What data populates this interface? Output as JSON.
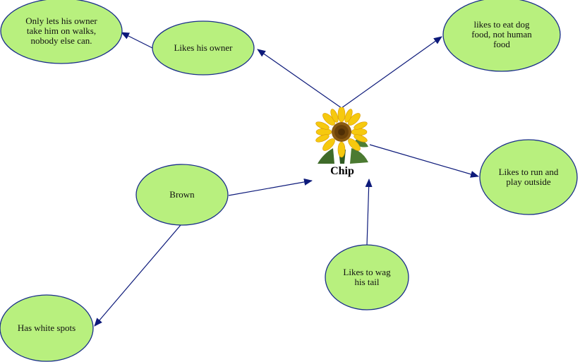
{
  "central": {
    "title": "Chip",
    "image": "sunflower"
  },
  "nodes": {
    "only_owner": "Only lets his owner take him on walks, nobody else can.",
    "likes_owner": "Likes his owner",
    "dog_food": "likes to eat dog food, not human food",
    "run_play": "Likes to run and play outside",
    "brown": "Brown",
    "wag_tail": "Likes to wag his tail",
    "white_spots": "Has white spots"
  },
  "colors": {
    "node_fill": "#b8f07e",
    "node_border": "#1a2f8a",
    "arrow": "#0d1a7a"
  }
}
